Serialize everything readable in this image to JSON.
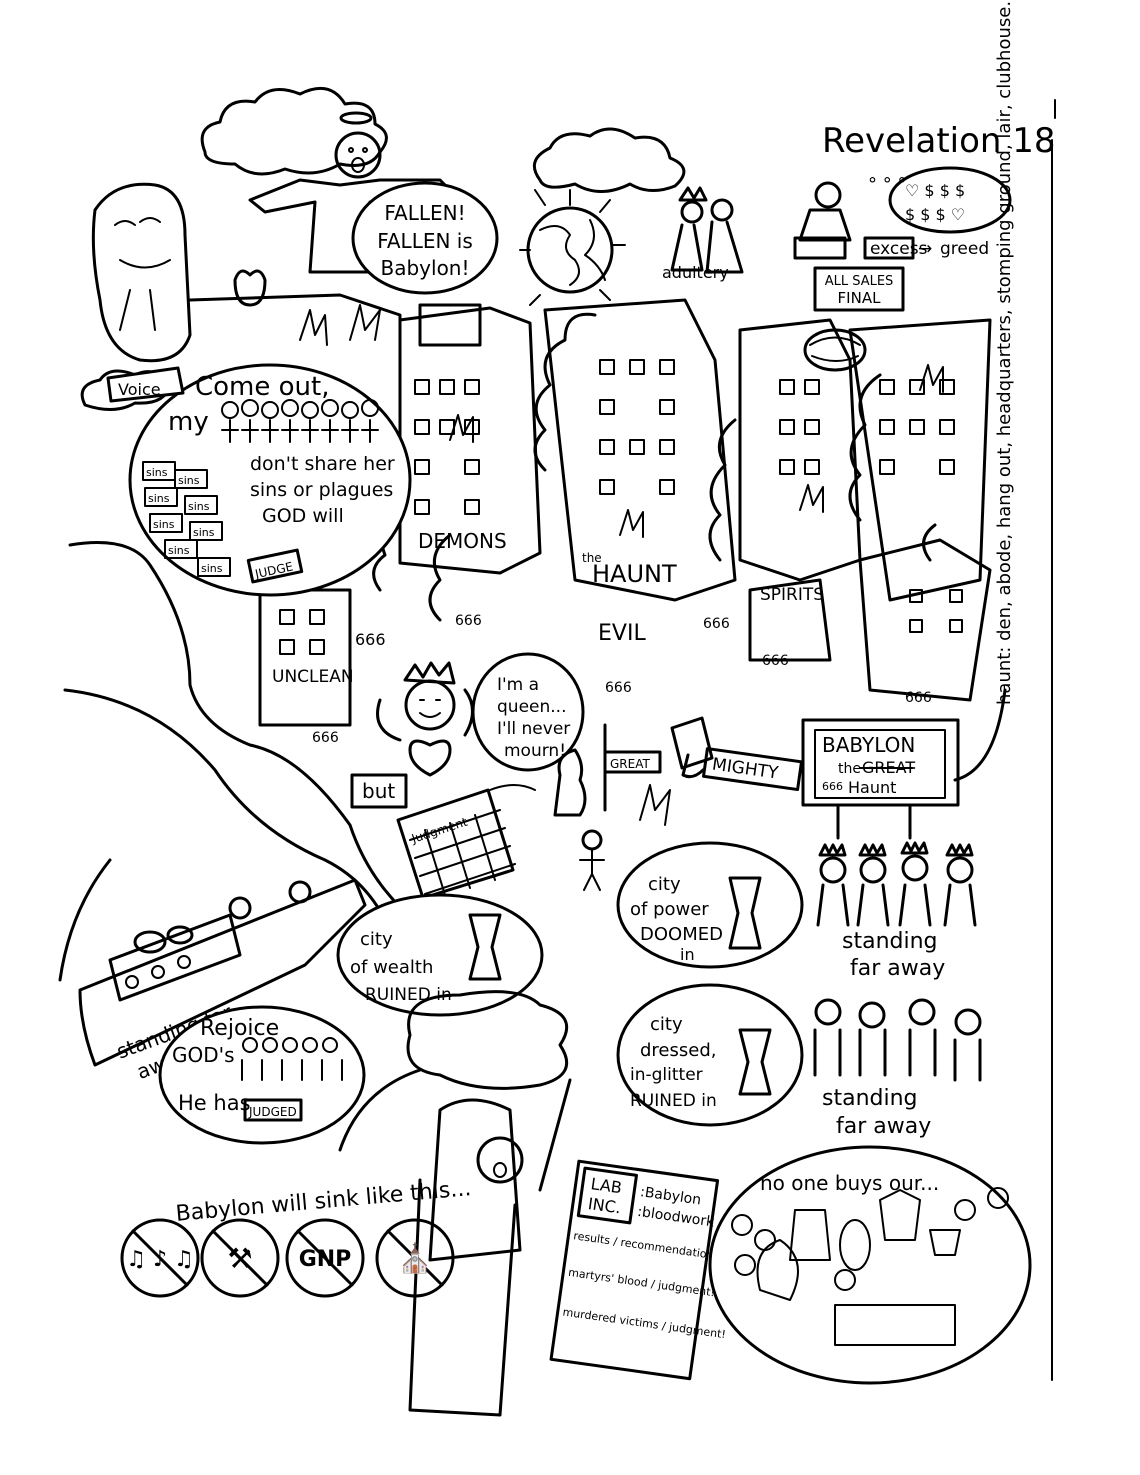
{
  "title": "Revelation 18",
  "angel_speech": [
    "FALLEN!",
    "FALLEN is",
    "Babylon!"
  ],
  "adultery_label": "adultery",
  "merchant": {
    "excess": "excess",
    "arrow": "→",
    "greed": "greed",
    "sign": [
      "ALL SALES",
      "FINAL"
    ],
    "thought": [
      "♡ $ $ $",
      "$ $ $ ♡"
    ]
  },
  "voice": {
    "tag": "Voice",
    "lines": [
      "Come out,",
      "my"
    ],
    "warning": [
      "don't share her",
      "sins or plagues",
      "GOD will"
    ],
    "sins_label": "sins",
    "gavel_label": "JUDGE"
  },
  "city_labels": {
    "demons": "DEMONS",
    "haunt": [
      "the",
      "HAUNT"
    ],
    "evil": "EVIL",
    "spirits": "SPIRITS",
    "unclean": "UNCLEAN",
    "mark": "666"
  },
  "haunt_note": "haunt: den, abode, hang out, headquarters, stomping ground, lair, clubhouse... for evil",
  "queen": [
    "I'm a",
    "queen...",
    "I'll never",
    "mourn!"
  ],
  "but_label": "but",
  "calendar_label": "Judgment",
  "mighty_label": "MIGHTY",
  "banner_label": "GREAT",
  "billboard": {
    "line1": "BABYLON",
    "line2_struck": "GREAT",
    "line2": "the",
    "line3": "Haunt",
    "mark": "666"
  },
  "bubble_power": [
    "city",
    "of power",
    "DOOMED",
    "in"
  ],
  "bubble_wealth": [
    "city",
    "of wealth",
    "RUINED in"
  ],
  "bubble_glitter": [
    "city",
    "dressed,",
    "in-glitter",
    "RUINED in"
  ],
  "standing_far_away": [
    "standing",
    "far away"
  ],
  "ship_label": [
    "standing far",
    "away"
  ],
  "rejoice": [
    "Rejoice",
    "GOD's",
    "He has"
  ],
  "judged_label": "JUDGED",
  "sink_caption": "Babylon will sink like this...",
  "banned_symbols": [
    "♫ ♪ ♫",
    "⚒",
    "GNP",
    "⛪"
  ],
  "lab": {
    "name": [
      "LAB",
      "INC."
    ],
    "subject": [
      ":Babylon",
      ":bloodwork"
    ],
    "rows": [
      "results / recommendation",
      "martyrs' blood / judgment!",
      "murdered victims / judgment!"
    ]
  },
  "no_one_buys": "no one buys our..."
}
